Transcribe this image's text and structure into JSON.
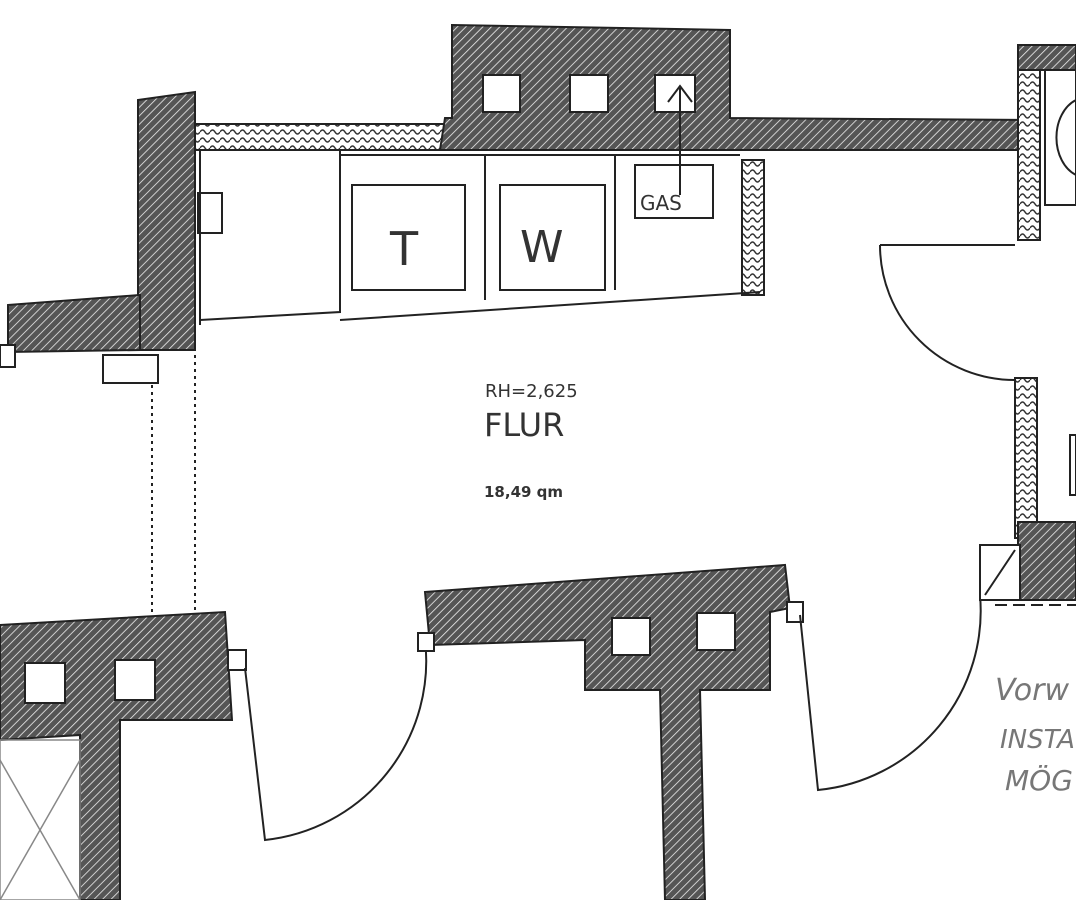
{
  "room": {
    "height_label": "RH=2,625",
    "name": "FLUR",
    "area": "18,49 qm"
  },
  "appliances": {
    "dryer": "T",
    "washer": "W",
    "gas": "GAS"
  },
  "handwritten_note": {
    "line1": "Vorw",
    "line2": "INSTA",
    "line3": "MÖG"
  },
  "colors": {
    "wall": "#2a2a2a",
    "line": "#1a1a1a",
    "text": "#333333"
  }
}
